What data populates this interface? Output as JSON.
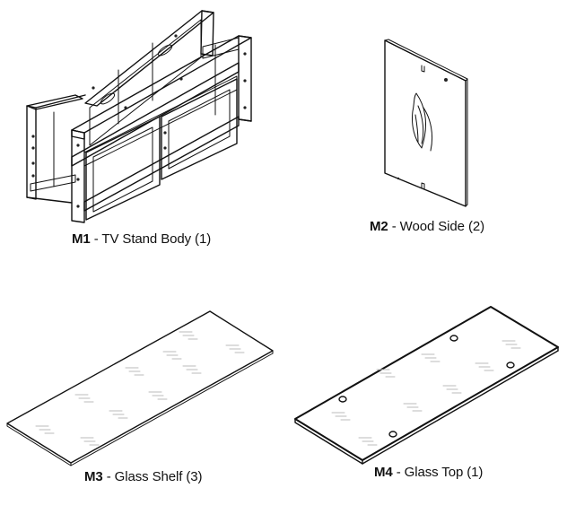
{
  "parts": [
    {
      "code": "M1",
      "name": " - TV Stand Body (1)"
    },
    {
      "code": "M2",
      "name": " - Wood Side (2)"
    },
    {
      "code": "M3",
      "name": " - Glass Shelf (3)"
    },
    {
      "code": "M4",
      "name": " - Glass Top (1)"
    }
  ]
}
